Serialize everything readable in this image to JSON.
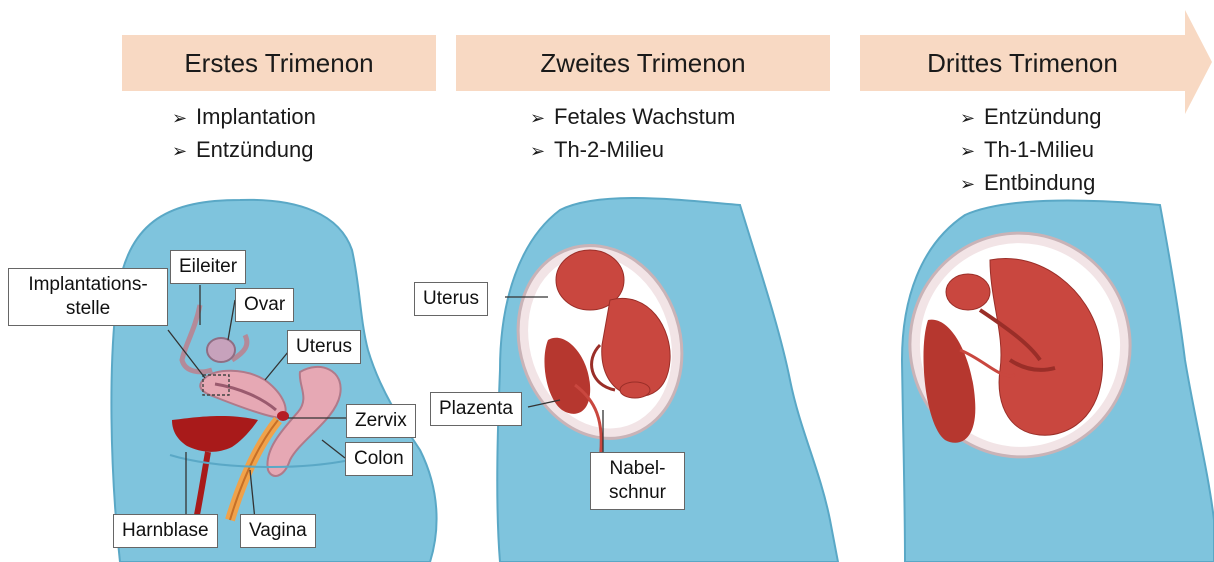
{
  "trimesters": [
    {
      "title": "Erstes Trimenon",
      "bullets": [
        "Implantation",
        "Entzündung"
      ]
    },
    {
      "title": "Zweites Trimenon",
      "bullets": [
        "Fetales Wachstum",
        "Th-2-Milieu"
      ]
    },
    {
      "title": "Drittes Trimenon",
      "bullets": [
        "Entzündung",
        "Th-1-Milieu",
        "Entbindung"
      ]
    }
  ],
  "bullet_icon": "arrowhead-bullet-icon",
  "labels": {
    "first": {
      "eileiter": "Eileiter",
      "implantationsstelle": "Implantations-\nstelle",
      "ovar": "Ovar",
      "uterus": "Uterus",
      "zervix": "Zervix",
      "colon": "Colon",
      "harnblase": "Harnblase",
      "vagina": "Vagina"
    },
    "second": {
      "uterus": "Uterus",
      "plazenta": "Plazenta",
      "nabelschnur": "Nabel-\nschnur"
    }
  },
  "colors": {
    "banner": "#f8d9c3",
    "body": "#7fc4dd",
    "body_outline": "#5aa8c6",
    "uterus_wall": "#f2e4e6",
    "fetus": "#c9473f",
    "placenta": "#b6372f",
    "bladder": "#a81a1a",
    "vagina": "#f0a24a"
  }
}
